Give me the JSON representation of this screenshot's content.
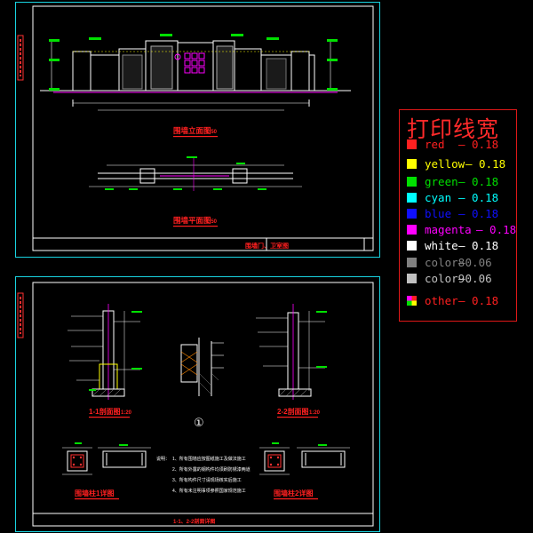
{
  "legend": {
    "title": "打印线宽",
    "rows": [
      {
        "name": "red",
        "value": "— 0.18",
        "color": "#ff2020"
      },
      {
        "name": "yellow",
        "value": "— 0.18",
        "color": "#ffff00"
      },
      {
        "name": "green",
        "value": "— 0.18",
        "color": "#00e000"
      },
      {
        "name": "cyan",
        "value": "— 0.18",
        "color": "#00ffff"
      },
      {
        "name": "blue",
        "value": "— 0.18",
        "color": "#1010ff"
      },
      {
        "name": "magenta",
        "value": "— 0.18",
        "color": "#ff00ff"
      },
      {
        "name": "white",
        "value": "— 0.18",
        "color": "#ffffff"
      },
      {
        "name": "color8",
        "value": "—0.06",
        "color": "#808080"
      },
      {
        "name": "color9",
        "value": "—0.06",
        "color": "#c0c0c0"
      },
      {
        "name": "other",
        "value": "— 0.18",
        "color": "multicolor"
      }
    ]
  },
  "drawings": {
    "top_elevation_title": "围墙立面图",
    "top_elevation_scale": "1:50",
    "top_plan_title": "围墙平面图",
    "top_plan_scale": "1:50",
    "top_sheet_title": "围墙门、卫室图",
    "section_1_title": "1-1剖面图",
    "section_1_scale": "1:20",
    "section_2_title": "2-2剖面图",
    "section_2_scale": "1:20",
    "detail_marker": "①",
    "detail_a_title": "围墙柱1详图",
    "detail_b_title": "围墙柱2详图",
    "bottom_sheet_title": "1-1、2-2剖面详图",
    "notes_title": "说明：",
    "notes": [
      "1、所有围墙应按图纸施工及做法施工",
      "2、所有外露的钢构件均须刷防锈漆两道",
      "3、所有构件尺寸请现场核实后施工",
      "4、所有未注明事项参照国家规范施工"
    ]
  }
}
